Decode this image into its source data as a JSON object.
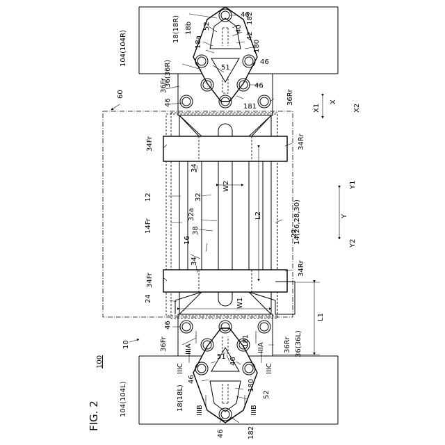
{
  "figure": {
    "title": "FIG. 2",
    "assembly_ref": "100",
    "unit_ref": "10"
  },
  "labels": {
    "rail_right": "104(104R)",
    "rail_left": "104(104L)",
    "ref_60": "60",
    "ref_12": "12",
    "ref_14fr": "14Fr",
    "ref_14": "14(26,28,30)",
    "ref_22": "22",
    "ref_24": "24",
    "ref_16": "16",
    "ref_38": "38",
    "ref_32": "32",
    "ref_32a": "32a",
    "ref_34": "34",
    "ref_34fr": "34Fr",
    "ref_34rr": "34Rr",
    "ref_36fr": "36Fr",
    "ref_36rr": "36Rr",
    "ref_36r": "36(36R)",
    "ref_36l": "36(36L)",
    "ref_18r": "18(18R)",
    "ref_18l": "18(18L)",
    "ref_18a": "18a",
    "ref_18b": "18b",
    "ref_180": "180",
    "ref_181": "181",
    "ref_182": "182",
    "ref_40": "40",
    "ref_42": "42",
    "ref_46": "46",
    "ref_51": "51",
    "ref_52": "52",
    "dim_w1": "W1",
    "dim_w2": "W2",
    "dim_l1": "L1",
    "dim_l2": "L2",
    "sec_iiia": "IIIA",
    "sec_iiib": "IIIB",
    "sec_iiic": "IIIC"
  },
  "axes": {
    "x": "X",
    "x1": "X1",
    "x2": "X2",
    "y": "Y",
    "y1": "Y1",
    "y2": "Y2"
  }
}
